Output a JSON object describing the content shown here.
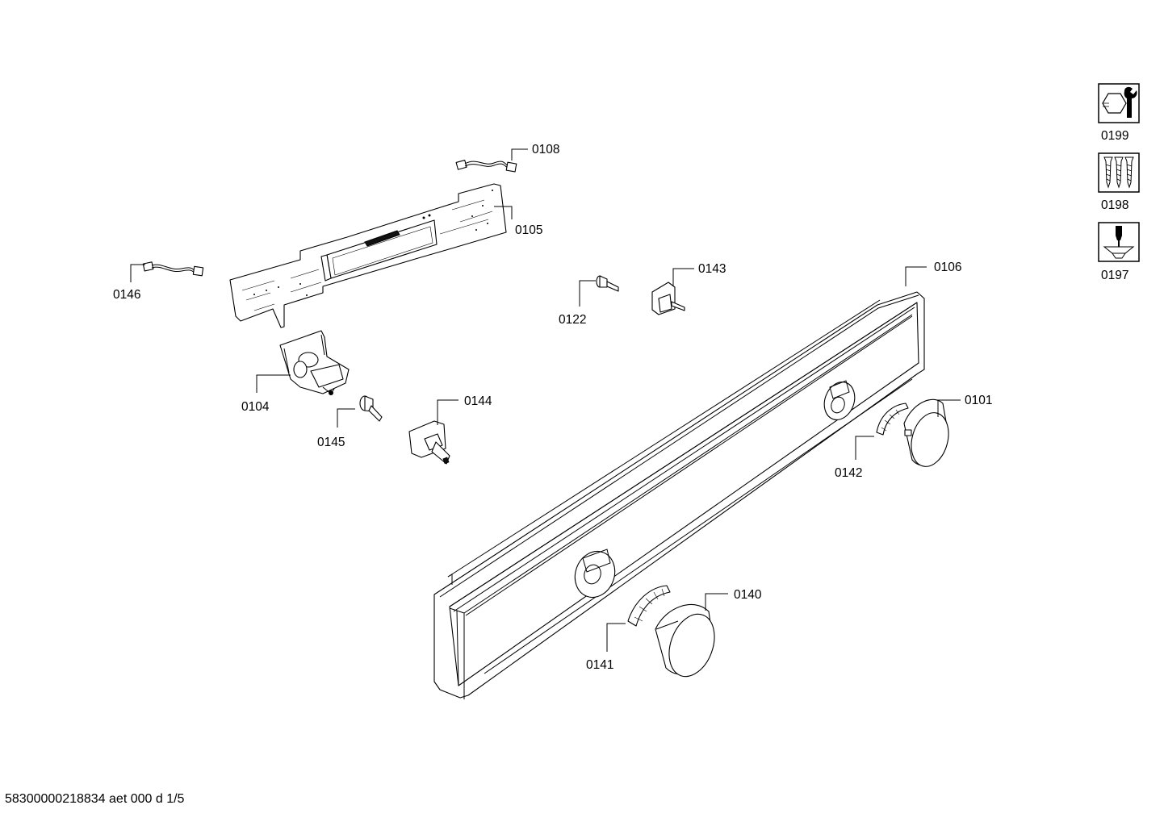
{
  "diagram": {
    "callouts": [
      {
        "id": "0108",
        "label": "0108"
      },
      {
        "id": "0105",
        "label": "0105"
      },
      {
        "id": "0146",
        "label": "0146"
      },
      {
        "id": "0122",
        "label": "0122"
      },
      {
        "id": "0143",
        "label": "0143"
      },
      {
        "id": "0106",
        "label": "0106"
      },
      {
        "id": "0104",
        "label": "0104"
      },
      {
        "id": "0144",
        "label": "0144"
      },
      {
        "id": "0145",
        "label": "0145"
      },
      {
        "id": "0101",
        "label": "0101"
      },
      {
        "id": "0142",
        "label": "0142"
      },
      {
        "id": "0140",
        "label": "0140"
      },
      {
        "id": "0141",
        "label": "0141"
      }
    ],
    "tool_icons": [
      {
        "id": "0199",
        "label": "0199",
        "icon": "hex-nut-wrench-icon"
      },
      {
        "id": "0198",
        "label": "0198",
        "icon": "screws-icon"
      },
      {
        "id": "0197",
        "label": "0197",
        "icon": "screwdriver-screw-icon"
      }
    ]
  },
  "footer": {
    "text": "58300000218834 aet 000 d 1/5"
  }
}
